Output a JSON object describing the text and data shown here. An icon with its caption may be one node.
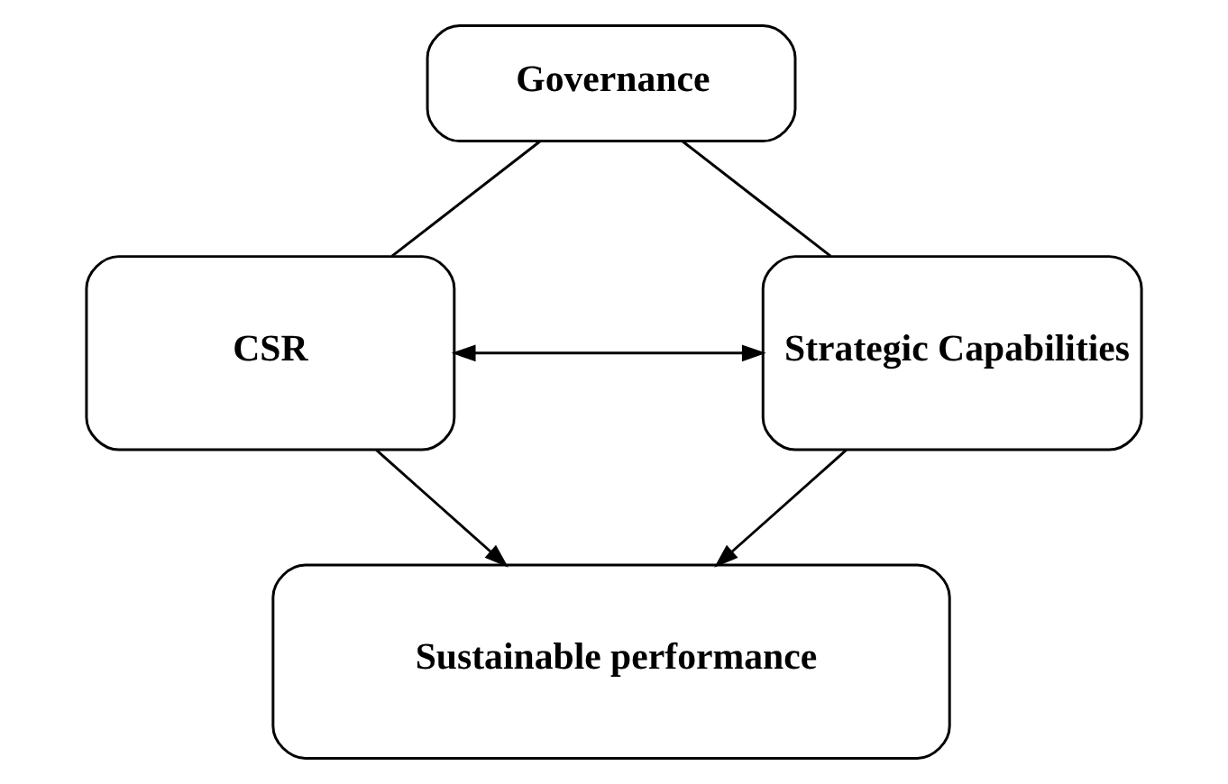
{
  "diagram": {
    "nodes": [
      {
        "text": [
          "Governance"
        ]
      },
      {
        "text": [
          "CSR"
        ]
      },
      {
        "text": [
          "Strategic Capabilities"
        ]
      },
      {
        "text": [
          "Sustainable performance"
        ]
      }
    ],
    "edges": [
      {
        "from": 0,
        "to": 1,
        "arrow": "none"
      },
      {
        "from": 0,
        "to": 2,
        "arrow": "none"
      },
      {
        "from": 1,
        "to": 2,
        "arrow": "both"
      },
      {
        "from": 1,
        "to": 3,
        "arrow": "to"
      },
      {
        "from": 2,
        "to": 3,
        "arrow": "to"
      }
    ]
  }
}
